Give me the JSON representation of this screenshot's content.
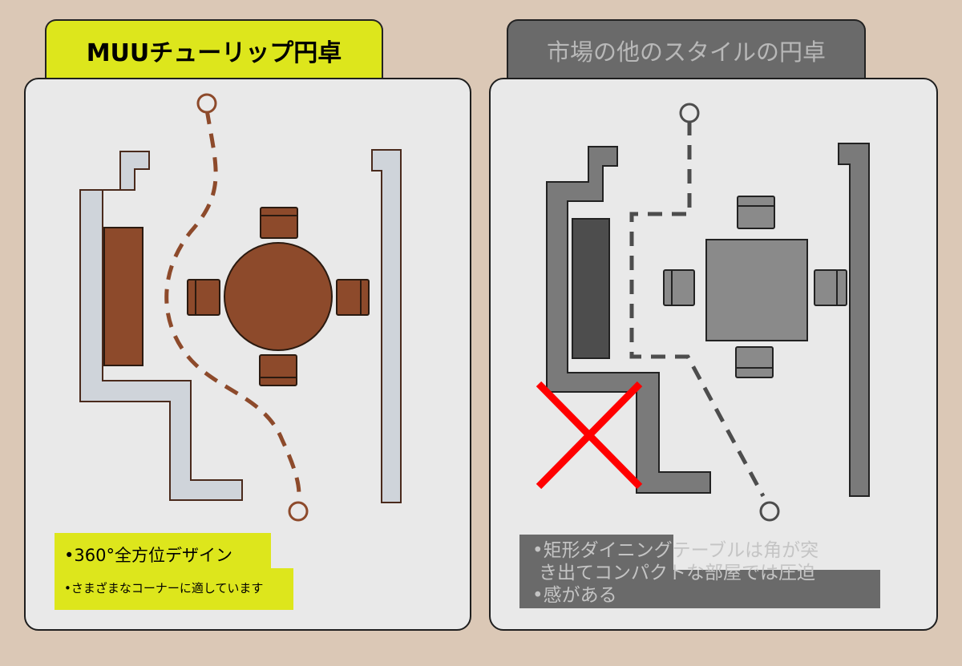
{
  "left": {
    "header": "MUUチューリップ円卓",
    "caption_line1": "•360°全方位デザイン",
    "caption_line2": "•さまざまなコーナーに適しています",
    "colors": {
      "accent": "#dde61c",
      "furniture": "#8d4a2b",
      "wall": "#cfd4da"
    }
  },
  "right": {
    "header": "市場の他のスタイルの円卓",
    "caption_line1": "•矩形ダイニングテーブルは角が突",
    "caption_line2": "き出てコンパクトな部屋では圧迫",
    "caption_line3": "•感がある",
    "colors": {
      "panel": "#6a6a6a",
      "furniture": "#8a8a8a",
      "wall": "#7a7a7a",
      "cross": "#ff0000"
    }
  }
}
